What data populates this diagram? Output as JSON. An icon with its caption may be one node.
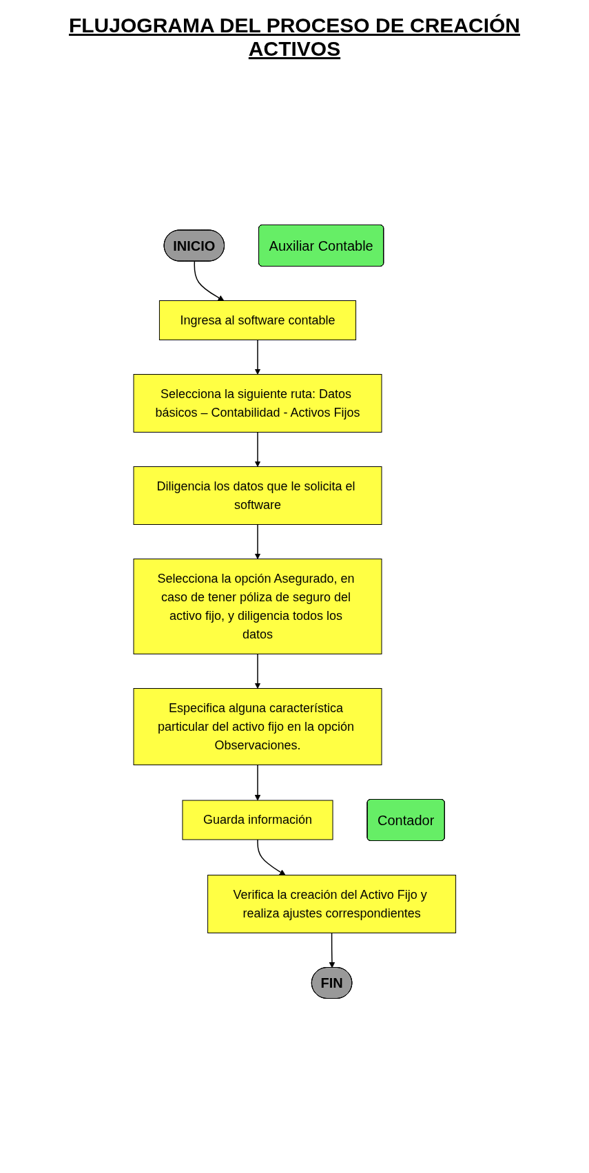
{
  "diagram": {
    "title": "FLUJOGRAMA DEL PROCESO DE CREACIÓN ACTIVOS",
    "nodes": [
      {
        "text": [
          "Auxiliar Contable"
        ]
      },
      {
        "text": [
          "INICIO"
        ]
      },
      {
        "text": [
          "Ingresa al software contable"
        ]
      },
      {
        "text": [
          "Selecciona la siguiente ruta: Datos básicos – Contabilidad - Activos Fijos"
        ]
      },
      {
        "text": [
          "Diligencia los datos que le solicita el software"
        ]
      },
      {
        "text": [
          "Selecciona la opción Asegurado, en caso de tener póliza de seguro del activo fijo, y diligencia todos los datos"
        ]
      },
      {
        "text": [
          "Especifica alguna característica particular del activo fijo en la opción Observaciones."
        ]
      },
      {
        "text": [
          "Guarda información"
        ]
      },
      {
        "text": [
          "Contador"
        ]
      },
      {
        "text": [
          "Verifica la creación del Activo Fijo y realiza ajustes correspondientes"
        ]
      },
      {
        "text": [
          "FIN"
        ]
      }
    ],
    "edges": [
      {
        "from": 1,
        "to": 2,
        "arrow": "to"
      },
      {
        "from": 2,
        "to": 3,
        "arrow": "to"
      },
      {
        "from": 3,
        "to": 4,
        "arrow": "to"
      },
      {
        "from": 4,
        "to": 5,
        "arrow": "to"
      },
      {
        "from": 5,
        "to": 6,
        "arrow": "to"
      },
      {
        "from": 6,
        "to": 7,
        "arrow": "to"
      },
      {
        "from": 7,
        "to": 9,
        "arrow": "to"
      },
      {
        "from": 9,
        "to": 10,
        "arrow": "to"
      }
    ]
  }
}
